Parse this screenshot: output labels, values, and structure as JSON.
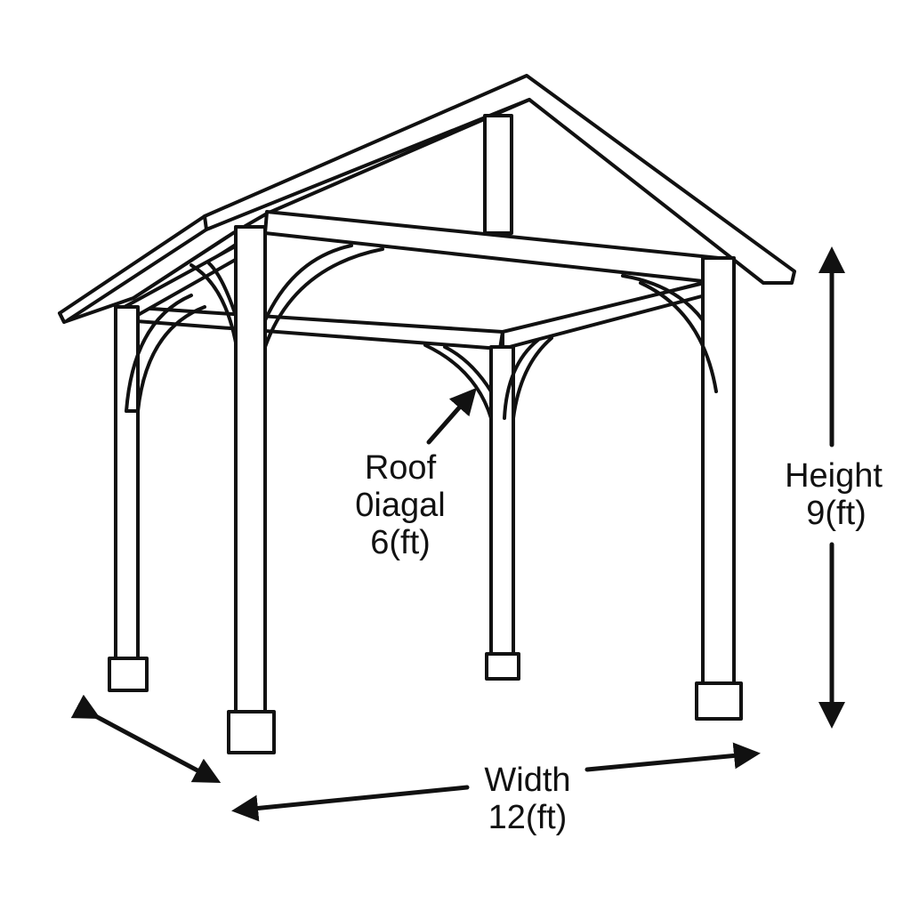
{
  "title": "Gazebo dimensions diagram",
  "labels": {
    "roof": {
      "line1": "Roof",
      "line2": "0iagal",
      "line3": "6(ft)"
    },
    "height": {
      "line1": "Height",
      "line2": "9(ft)"
    },
    "width": {
      "line1": "Width",
      "line2": "12(ft)"
    }
  },
  "colors": {
    "stroke": "#111111",
    "background": "#ffffff"
  }
}
